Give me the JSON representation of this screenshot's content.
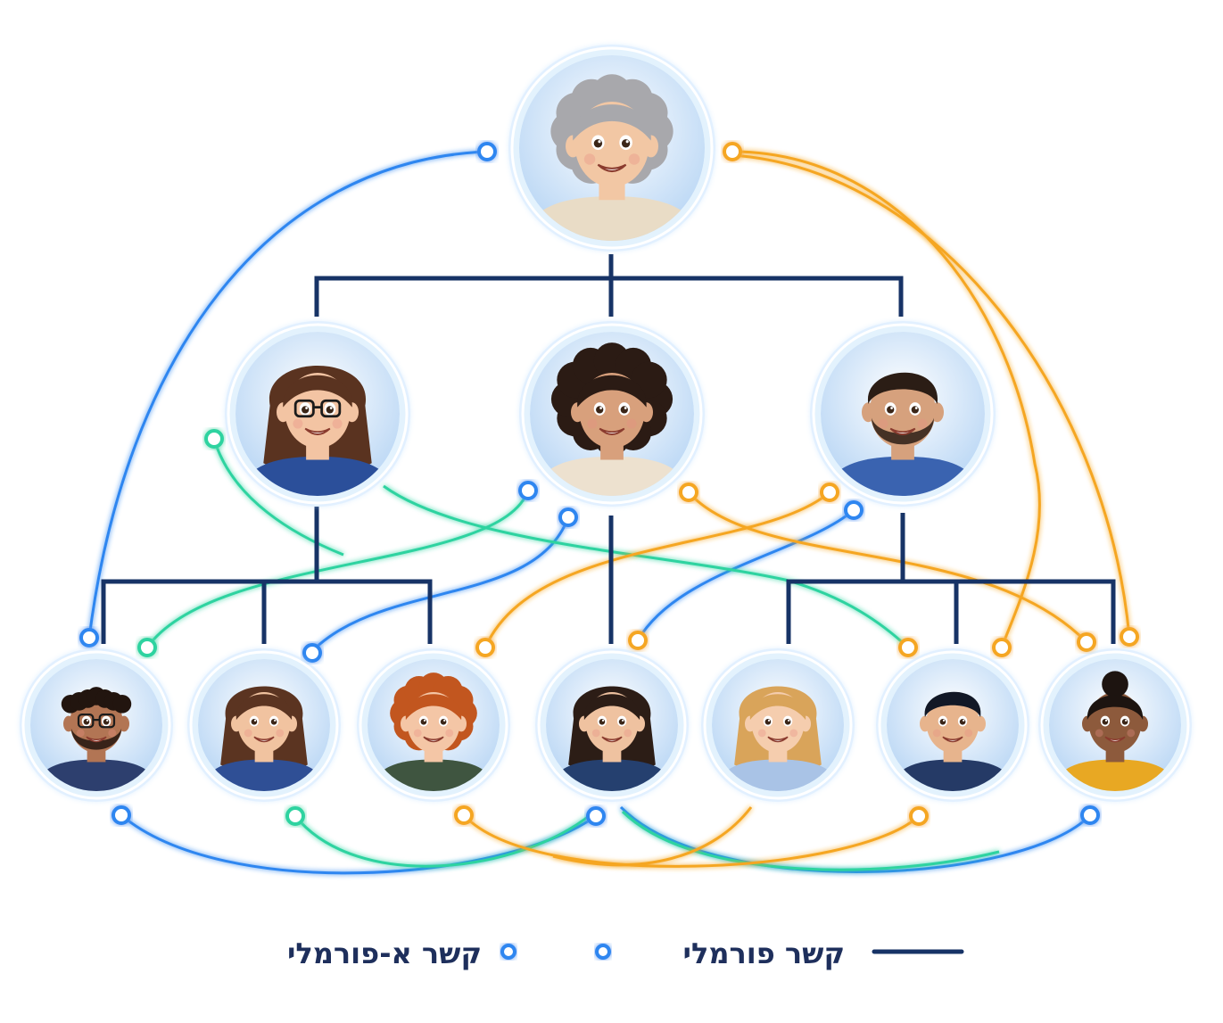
{
  "colors": {
    "formal": "#173366",
    "informal_blue": "#2f86f0",
    "informal_teal": "#2ed3a0",
    "informal_orange": "#f5a623",
    "node_ring": "#e3f2fd",
    "node_glow": "#bfe0ff",
    "background": "#ffffff"
  },
  "legend": {
    "formal_label": "קשר פורמלי",
    "informal_label": "קשר א-פורמלי"
  },
  "people": [
    {
      "id": "p0",
      "hair": "#a8a8ac",
      "skin": "#f2c7a4",
      "shirt": "#e9dcc6",
      "style": "short-curly",
      "glasses": false,
      "beard": false,
      "icon": "elderly-woman-avatar"
    },
    {
      "id": "p1",
      "hair": "#5a3320",
      "skin": "#f3c4a3",
      "shirt": "#2b4f9a",
      "style": "long",
      "glasses": true,
      "beard": false,
      "icon": "woman-glasses-avatar"
    },
    {
      "id": "p2",
      "hair": "#2b1b14",
      "skin": "#d8a07c",
      "shirt": "#ede1cf",
      "style": "curly",
      "glasses": false,
      "beard": false,
      "icon": "curly-woman-avatar"
    },
    {
      "id": "p3",
      "hair": "#2b1d15",
      "skin": "#d6a17d",
      "shirt": "#3a63b0",
      "style": "short",
      "glasses": false,
      "beard": true,
      "icon": "bearded-man-avatar"
    },
    {
      "id": "p4",
      "hair": "#22150f",
      "skin": "#b27554",
      "shirt": "#2d3f6e",
      "style": "curly-short",
      "glasses": true,
      "beard": true,
      "icon": "man-glasses-avatar"
    },
    {
      "id": "p5",
      "hair": "#5b3421",
      "skin": "#f1c3a0",
      "shirt": "#2f4f95",
      "style": "long",
      "glasses": false,
      "beard": false,
      "icon": "brunette-woman-avatar"
    },
    {
      "id": "p6",
      "hair": "#c2561f",
      "skin": "#f4c6a6",
      "shirt": "#3f5540",
      "style": "short-curly",
      "glasses": false,
      "beard": false,
      "icon": "redhead-man-avatar"
    },
    {
      "id": "p7",
      "hair": "#2c1d16",
      "skin": "#efc2a0",
      "shirt": "#25406f",
      "style": "long",
      "glasses": false,
      "beard": false,
      "icon": "dark-hair-woman-avatar"
    },
    {
      "id": "p8",
      "hair": "#d9a45a",
      "skin": "#f5cdae",
      "shirt": "#a9c3e6",
      "style": "long",
      "glasses": false,
      "beard": false,
      "icon": "blonde-woman-avatar"
    },
    {
      "id": "p9",
      "hair": "#121826",
      "skin": "#e7b48d",
      "shirt": "#253a66",
      "style": "short",
      "glasses": false,
      "beard": false,
      "icon": "young-man-avatar"
    },
    {
      "id": "p10",
      "hair": "#1d1410",
      "skin": "#8d5a3c",
      "shirt": "#e8a823",
      "style": "bun",
      "glasses": false,
      "beard": false,
      "icon": "woman-bun-avatar"
    }
  ]
}
